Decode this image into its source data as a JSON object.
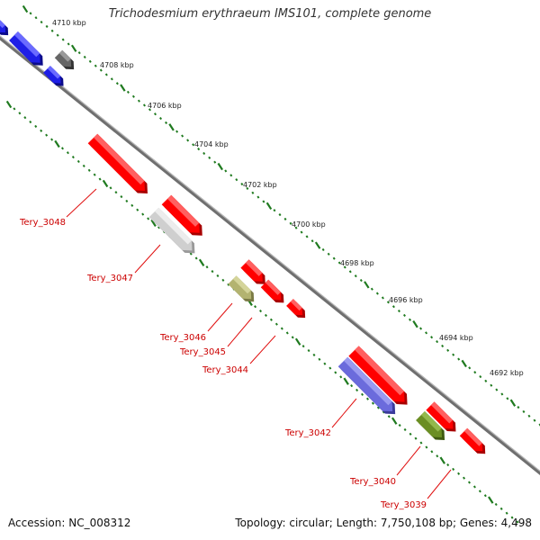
{
  "title": "Trichodesmium erythraeum IMS101, complete genome",
  "accession": "Accession: NC_008312",
  "topology": "Topology: circular; Length: 7,750,108 bp; Genes: 4,498",
  "colors": {
    "backbone": "#8a8a8a",
    "tick": "#1f7a1f",
    "label": "#cc0000",
    "leader": "#e01010",
    "gene_red": "#ff0000",
    "gene_blue": "#1e1ee6",
    "gene_grey": "#666666",
    "gene_lightgrey": "#cccccc",
    "gene_olive": "#b3b370",
    "gene_purple": "#6b6bdc",
    "gene_green": "#6b8e23"
  },
  "scale_labels": [
    "4710 kbp",
    "4708 kbp",
    "4706 kbp",
    "4704 kbp",
    "4702 kbp",
    "4700 kbp",
    "4698 kbp",
    "4696 kbp",
    "4694 kbp",
    "4692 kbp"
  ],
  "genes": [
    {
      "label": "",
      "color": "blue"
    },
    {
      "label": "",
      "color": "blue"
    },
    {
      "label": "",
      "color": "grey"
    },
    {
      "label": "",
      "color": "blue"
    },
    {
      "label": "Tery_3048",
      "color": "red"
    },
    {
      "label": "",
      "color": "red"
    },
    {
      "label": "Tery_3047",
      "color": "lightgrey"
    },
    {
      "label": "",
      "color": "red"
    },
    {
      "label": "Tery_3046",
      "color": "olive"
    },
    {
      "label": "Tery_3045",
      "color": "red"
    },
    {
      "label": "Tery_3044",
      "color": "red"
    },
    {
      "label": "",
      "color": "red"
    },
    {
      "label": "Tery_3042",
      "color": "purple"
    },
    {
      "label": "",
      "color": "green"
    },
    {
      "label": "Tery_3040",
      "color": "red"
    },
    {
      "label": "Tery_3039",
      "color": "red"
    }
  ]
}
